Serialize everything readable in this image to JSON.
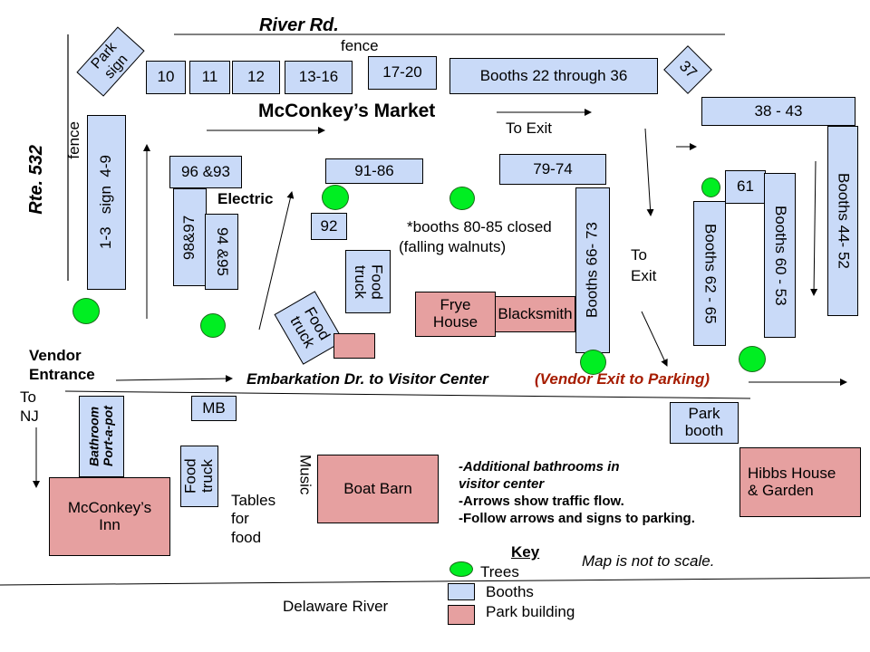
{
  "colors": {
    "booth": "#c9daf8",
    "building": "#e6a0a0",
    "tree": "#00ee22",
    "exit_red": "#a61c00"
  },
  "roads": {
    "river_rd": "River Rd.",
    "rte_532": "Rte. 532",
    "embarkation": "Embarkation Dr. to  Visitor Center",
    "vendor_exit": "(Vendor Exit to Parking)"
  },
  "title": "McConkey’s Market",
  "labels": {
    "fence_top": "fence",
    "fence_left": "fence",
    "to_exit_top": "To Exit",
    "to_exit_right": "To\nExit",
    "electric": "Electric",
    "closed_note_1": "*booths 80-85 closed",
    "closed_note_2": "(falling walnuts)",
    "vendor_entrance": "Vendor\nEntrance",
    "to_nj": "To\nNJ",
    "tables": "Tables\nfor\nfood",
    "music": "Music",
    "delaware": "Delaware River",
    "scale": "Map is not to scale."
  },
  "booths": {
    "park_sign": "Park\nsign",
    "b10": "10",
    "b11": "11",
    "b12": "12",
    "b13_16": "13-16",
    "b17_20": "17-20",
    "b22_36": "Booths 22 through 36",
    "b37": "37",
    "b38_43": "38 - 43",
    "b44_52": "Booths 44- 52",
    "b1_9": "1-3   sign  4-9",
    "b96_93": "96 &93",
    "b98_97": "98&97",
    "b94_95": "94 &95",
    "b91_86": "91-86",
    "b92": "92",
    "b79_74": "79-74",
    "b66_73": "Booths 66- 73",
    "b61": "61",
    "b62_65": "Booths  62 - 65",
    "b60_53": "Booths  60 - 53",
    "food_truck_1": "Food\ntruck",
    "food_truck_2": "Food\ntruck",
    "food_truck_3": "Food\ntruck",
    "mb": "MB",
    "bathroom": "Bathroom\nPort-a-pot",
    "park_booth": "Park\nbooth"
  },
  "buildings": {
    "frye": "Frye\nHouse",
    "blacksmith": "Blacksmith",
    "mcconkeys_inn": "McConkey’s\nInn",
    "boat_barn": "Boat Barn",
    "hibbs": "Hibbs House\n& Garden"
  },
  "notes": [
    "-Additional bathrooms in",
    "visitor center",
    "-Arrows show traffic flow.",
    "-Follow arrows and signs to parking."
  ],
  "key": {
    "title": "Key",
    "trees": "Trees",
    "booths": "Booths",
    "buildings": "Park building"
  }
}
